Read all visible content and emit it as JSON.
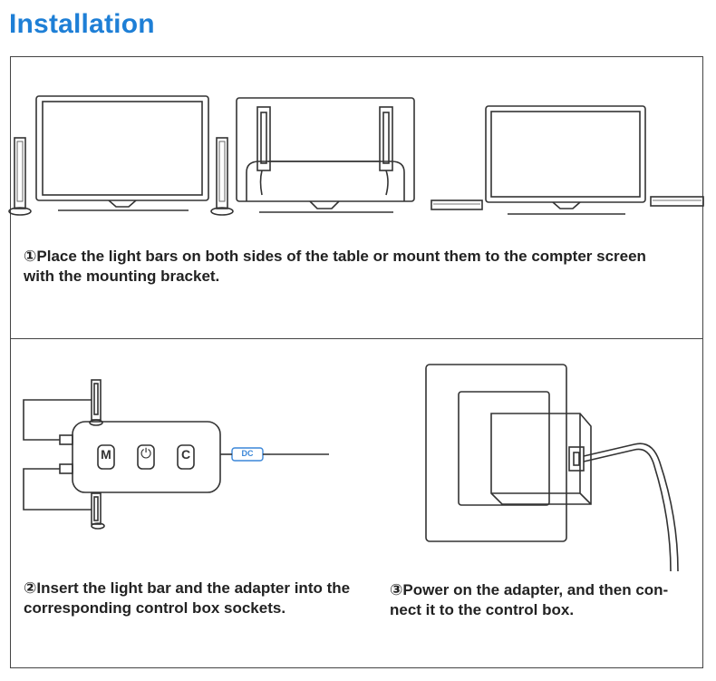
{
  "header": {
    "title": "Installation"
  },
  "steps": [
    {
      "caption": "①Place the light bars on both sides of the table or mount them to the  compter screen\nwith the mounting bracket."
    },
    {
      "caption": "②Insert the light bar and the adapter into the\ncorresponding control box sockets."
    },
    {
      "caption": "③Power on the adapter, and then con-\nnect it to the control box."
    }
  ],
  "control_box": {
    "buttons": [
      "M",
      "⏻",
      "C"
    ],
    "dc_label": "DC"
  },
  "colors": {
    "title": "#1e7fd6",
    "dc": "#3a86d8",
    "line": "#333333"
  }
}
